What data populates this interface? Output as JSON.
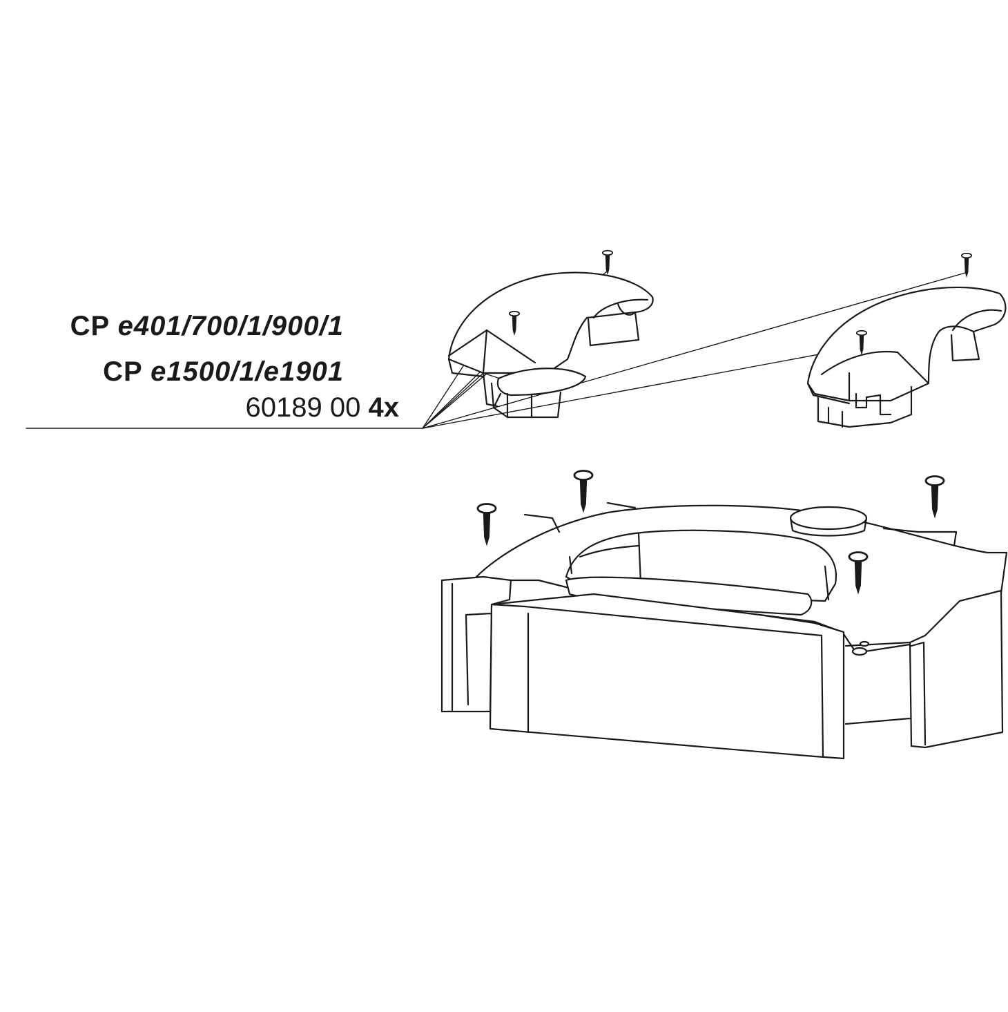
{
  "labels": {
    "line1_prefix": "CP ",
    "line1_model": "e401/700/1/900/1",
    "line2_prefix": "CP ",
    "line2_model_a": "e1500/1/",
    "line2_model_b": "e1901",
    "part_number": "60189 00",
    "quantity": "4x"
  },
  "parts": {
    "clip_count": 2,
    "screw_count": 8
  },
  "icons": [
    "screw-icon",
    "clip-part-icon",
    "filter-head-icon"
  ]
}
